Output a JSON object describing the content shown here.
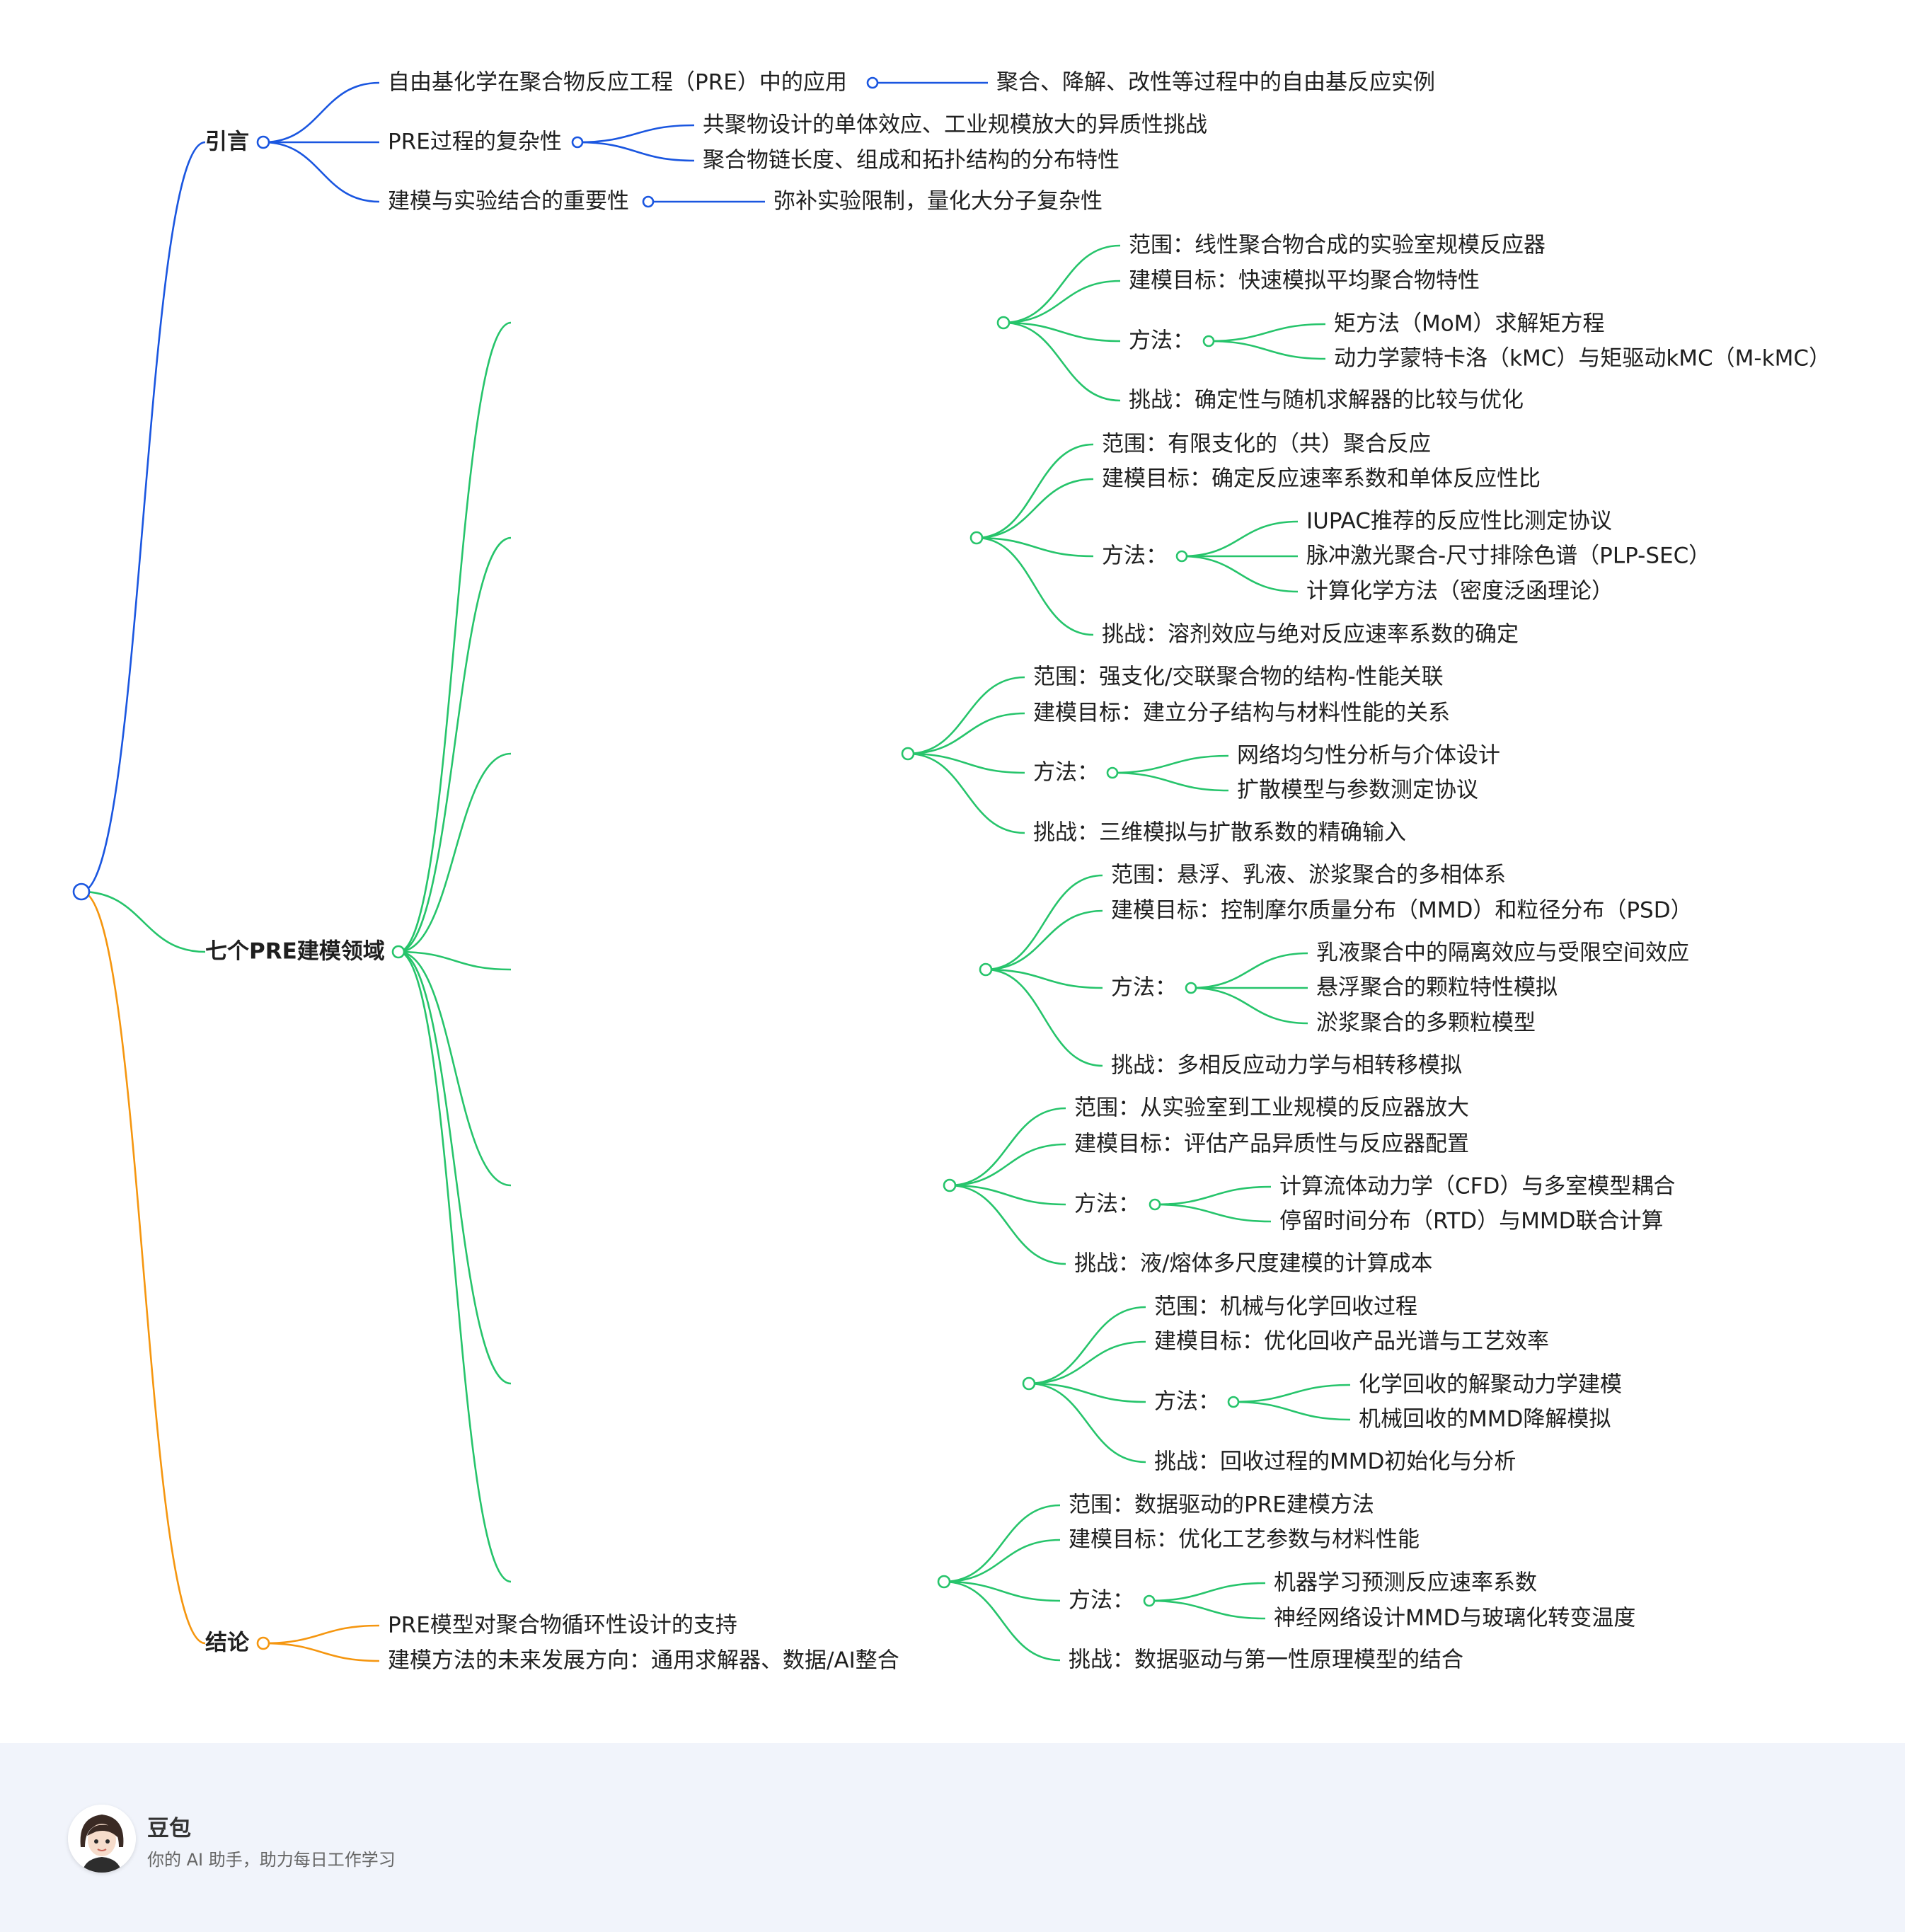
{
  "colors": {
    "blue": "#1a56e0",
    "green": "#26c46b",
    "orange": "#f5960f",
    "text": "#1f1f1f"
  },
  "mindmap": {
    "branches": [
      {
        "title": "引言",
        "color": "blue",
        "children": [
          {
            "text": "自由基化学在聚合物反应工程（PRE）中的应用",
            "children": [
              {
                "text": "聚合、降解、改性等过程中的自由基反应实例"
              }
            ]
          },
          {
            "text": "PRE过程的复杂性",
            "children": [
              {
                "text": "共聚物设计的单体效应、工业规模放大的异质性挑战"
              },
              {
                "text": "聚合物链长度、组成和拓扑结构的分布特性"
              }
            ]
          },
          {
            "text": "建模与实验结合的重要性",
            "children": [
              {
                "text": "弥补实验限制，量化大分子复杂性"
              }
            ]
          }
        ]
      },
      {
        "title": "七个PRE建模领域",
        "color": "green",
        "children": [
          {
            "text": "",
            "children": [
              {
                "text": "范围：线性聚合物合成的实验室规模反应器"
              },
              {
                "text": "建模目标：快速模拟平均聚合物特性"
              },
              {
                "text": "方法：",
                "children": [
                  {
                    "text": "矩方法（MoM）求解矩方程"
                  },
                  {
                    "text": "动力学蒙特卡洛（kMC）与矩驱动kMC（M-kMC）"
                  }
                ]
              },
              {
                "text": "挑战：确定性与随机求解器的比较与优化"
              }
            ]
          },
          {
            "text": "",
            "children": [
              {
                "text": "范围：有限支化的（共）聚合反应"
              },
              {
                "text": "建模目标：确定反应速率系数和单体反应性比"
              },
              {
                "text": "方法：",
                "children": [
                  {
                    "text": "IUPAC推荐的反应性比测定协议"
                  },
                  {
                    "text": "脉冲激光聚合-尺寸排除色谱（PLP-SEC）"
                  },
                  {
                    "text": "计算化学方法（密度泛函理论）"
                  }
                ]
              },
              {
                "text": "挑战：溶剂效应与绝对反应速率系数的确定"
              }
            ]
          },
          {
            "text": "",
            "children": [
              {
                "text": "范围：强支化/交联聚合物的结构-性能关联"
              },
              {
                "text": "建模目标：建立分子结构与材料性能的关系"
              },
              {
                "text": "方法：",
                "children": [
                  {
                    "text": "网络均匀性分析与介体设计"
                  },
                  {
                    "text": "扩散模型与参数测定协议"
                  }
                ]
              },
              {
                "text": "挑战：三维模拟与扩散系数的精确输入"
              }
            ]
          },
          {
            "text": "",
            "children": [
              {
                "text": "范围：悬浮、乳液、淤浆聚合的多相体系"
              },
              {
                "text": "建模目标：控制摩尔质量分布（MMD）和粒径分布（PSD）"
              },
              {
                "text": "方法：",
                "children": [
                  {
                    "text": "乳液聚合中的隔离效应与受限空间效应"
                  },
                  {
                    "text": "悬浮聚合的颗粒特性模拟"
                  },
                  {
                    "text": "淤浆聚合的多颗粒模型"
                  }
                ]
              },
              {
                "text": "挑战：多相反应动力学与相转移模拟"
              }
            ]
          },
          {
            "text": "",
            "children": [
              {
                "text": "范围：从实验室到工业规模的反应器放大"
              },
              {
                "text": "建模目标：评估产品异质性与反应器配置"
              },
              {
                "text": "方法：",
                "children": [
                  {
                    "text": "计算流体动力学（CFD）与多室模型耦合"
                  },
                  {
                    "text": "停留时间分布（RTD）与MMD联合计算"
                  }
                ]
              },
              {
                "text": "挑战：液/熔体多尺度建模的计算成本"
              }
            ]
          },
          {
            "text": "",
            "children": [
              {
                "text": "范围：机械与化学回收过程"
              },
              {
                "text": "建模目标：优化回收产品光谱与工艺效率"
              },
              {
                "text": "方法：",
                "children": [
                  {
                    "text": "化学回收的解聚动力学建模"
                  },
                  {
                    "text": "机械回收的MMD降解模拟"
                  }
                ]
              },
              {
                "text": "挑战：回收过程的MMD初始化与分析"
              }
            ]
          },
          {
            "text": "",
            "children": [
              {
                "text": "范围：数据驱动的PRE建模方法"
              },
              {
                "text": "建模目标：优化工艺参数与材料性能"
              },
              {
                "text": "方法：",
                "children": [
                  {
                    "text": "机器学习预测反应速率系数"
                  },
                  {
                    "text": "神经网络设计MMD与玻璃化转变温度"
                  }
                ]
              },
              {
                "text": "挑战：数据驱动与第一性原理模型的结合"
              }
            ]
          }
        ]
      },
      {
        "title": "结论",
        "color": "orange",
        "children": [
          {
            "text": "PRE模型对聚合物循环性设计的支持"
          },
          {
            "text": "建模方法的未来发展方向：通用求解器、数据/AI整合"
          }
        ]
      }
    ]
  },
  "footer": {
    "brand": "豆包",
    "tagline": "你的 AI 助手，助力每日工作学习",
    "avatar_icon": "assistant-avatar-icon"
  }
}
